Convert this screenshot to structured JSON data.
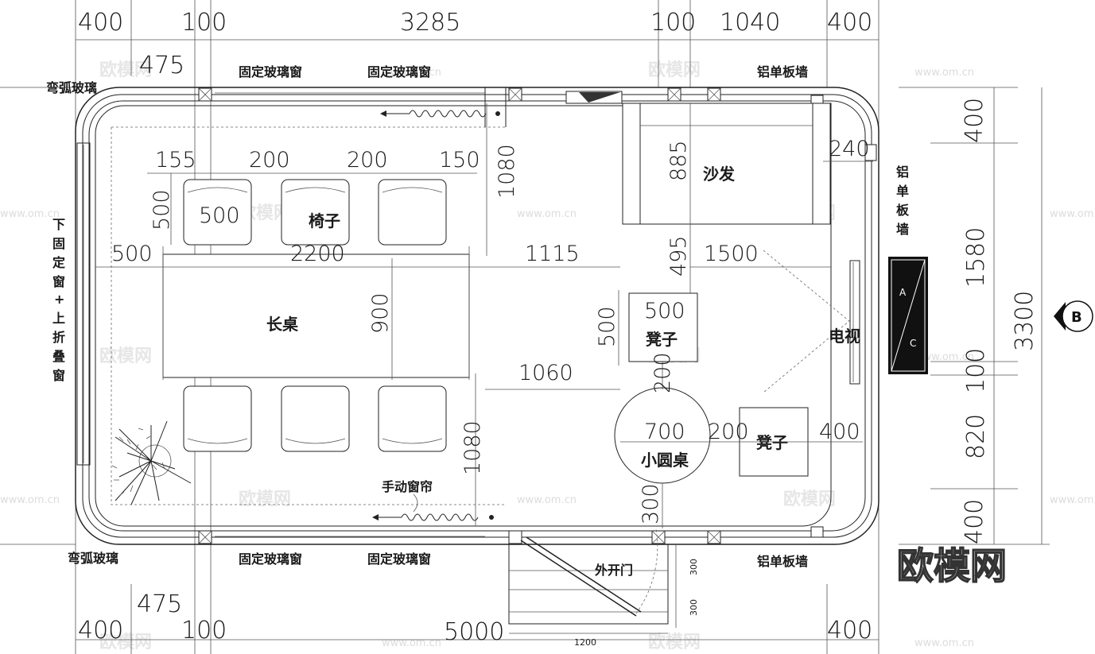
{
  "dimensions": {
    "top": [
      "400",
      "100",
      "3285",
      "100",
      "1040",
      "400"
    ],
    "top_sub": "475",
    "bottom": [
      "400",
      "100",
      "5000",
      "400"
    ],
    "bottom_sub": "475",
    "right": [
      "400",
      "1580",
      "100",
      "820",
      "400"
    ],
    "right_total": "3300",
    "chairs_top": [
      "155",
      "200",
      "200",
      "150"
    ],
    "chair_height": "500",
    "chair_width": "500",
    "row_1": [
      "500",
      "2200",
      "1115",
      "495",
      "1500"
    ],
    "table_depth": "900",
    "top_clear": "1080",
    "sofa_depth": "885",
    "sofa_gap": "240",
    "stool_width": "500",
    "stool_depth": "500",
    "stool_gap": "200",
    "aisle": "1060",
    "round_table_dia": "700",
    "stool2_gap": "200",
    "stool2_right": "400",
    "bottom_clear": "1080",
    "door_gap": "300",
    "step_1": "300",
    "step_2": "300",
    "step_width": "1200"
  },
  "labels": {
    "curved_glass_top": "弯弧玻璃",
    "fixed_window_top_1": "固定玻璃窗",
    "fixed_window_top_2": "固定玻璃窗",
    "aluminum_wall_top": "铝单板墙",
    "curved_glass_bottom": "弯弧玻璃",
    "fixed_window_bottom_1": "固定玻璃窗",
    "fixed_window_bottom_2": "固定玻璃窗",
    "aluminum_wall_bottom": "铝单板墙",
    "left_window": [
      "下",
      "固",
      "定",
      "窗",
      "+",
      "上",
      "折",
      "叠",
      "窗"
    ],
    "right_wall": [
      "铝",
      "单",
      "板",
      "墙"
    ],
    "chair": "椅子",
    "long_table": "长桌",
    "sofa": "沙发",
    "stool_1": "凳子",
    "stool_2": "凳子",
    "round_table": "小圆桌",
    "tv": "电视",
    "curtain": "手动窗帘",
    "door": "外开门",
    "section_a": "A",
    "section_c": "C",
    "section_b": "B"
  },
  "watermarks": {
    "url": "www.om.cn",
    "cn": "欧模网",
    "logo": "欧模网"
  }
}
